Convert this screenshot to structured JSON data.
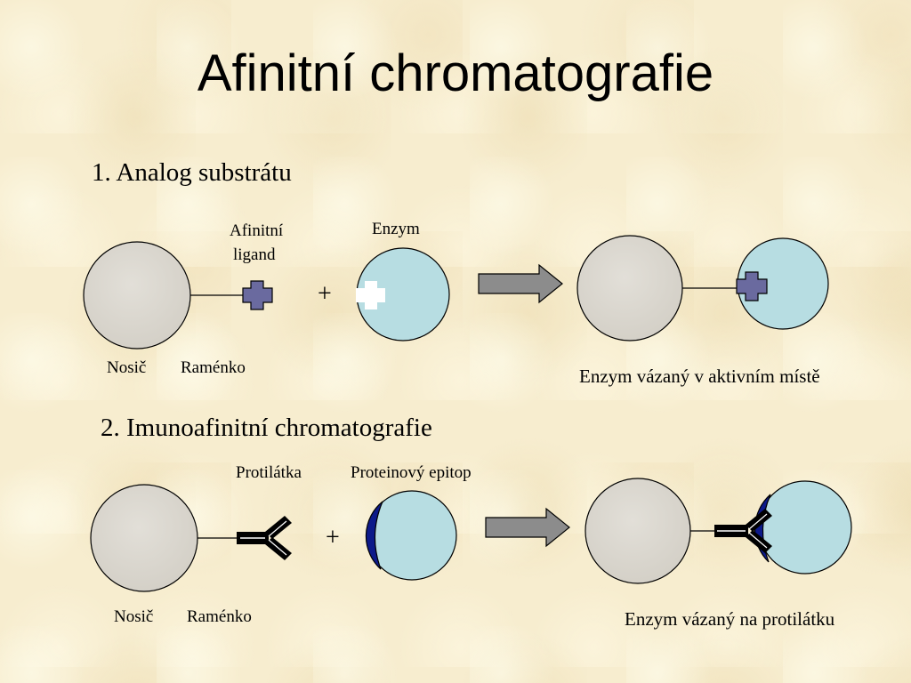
{
  "title": "Afinitní chromatografie",
  "section1": {
    "heading": "1.  Analog substrátu",
    "ligand_label_line1": "Afinitní",
    "ligand_label_line2": "ligand",
    "enzyme_label": "Enzym",
    "plus": "+",
    "carrier_label": "Nosič",
    "arm_label": "Raménko",
    "result_label": "Enzym vázaný v aktivním místě"
  },
  "section2": {
    "heading": "2.  Imunoafinitní chromatografie",
    "antibody_label": "Protilátka",
    "epitope_label": "Proteinový epitop",
    "plus": "+",
    "carrier_label": "Nosič",
    "arm_label": "Raménko",
    "result_label": "Enzym vázaný na protilátku"
  },
  "colors": {
    "carrier_fill": "#d9d5cc",
    "enzyme_fill": "#b7dde2",
    "ligand_fill": "#6a6a9f",
    "epitope_fill": "#0d1a8a",
    "arrow_fill": "#8c8c8c",
    "antibody": "#000000"
  },
  "icons": {
    "reaction_arrow": "right-arrow-icon",
    "ligand": "cross-icon",
    "antibody": "y-shape-icon"
  }
}
